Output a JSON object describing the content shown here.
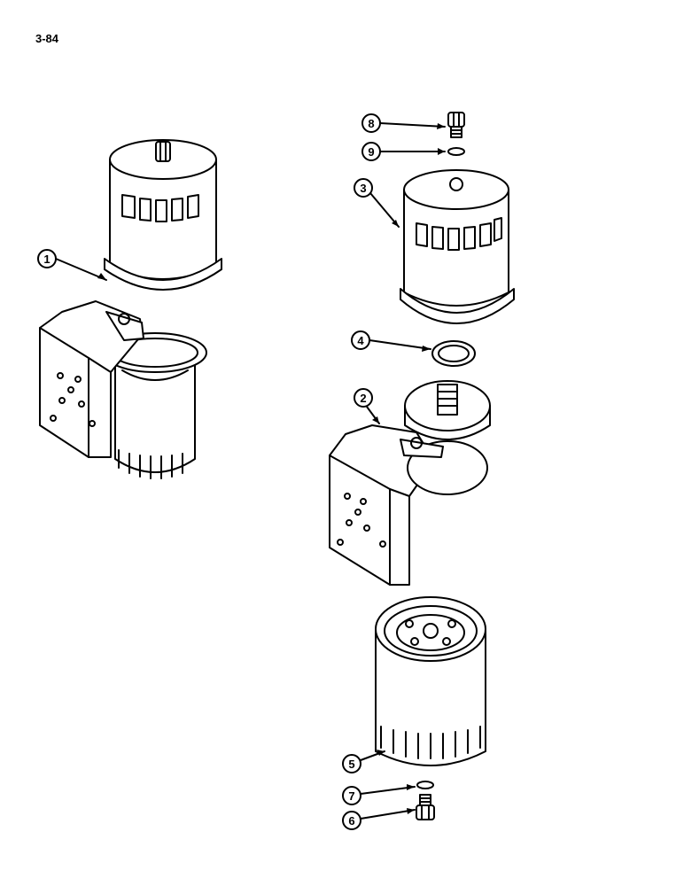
{
  "page": {
    "number": "3-84"
  },
  "callouts": [
    {
      "id": "1",
      "label": "1"
    },
    {
      "id": "2",
      "label": "2"
    },
    {
      "id": "3",
      "label": "3"
    },
    {
      "id": "4",
      "label": "4"
    },
    {
      "id": "5",
      "label": "5"
    },
    {
      "id": "6",
      "label": "6"
    },
    {
      "id": "7",
      "label": "7"
    },
    {
      "id": "8",
      "label": "8"
    },
    {
      "id": "9",
      "label": "9"
    }
  ],
  "colors": {
    "ink": "#000000",
    "paper": "#ffffff"
  }
}
